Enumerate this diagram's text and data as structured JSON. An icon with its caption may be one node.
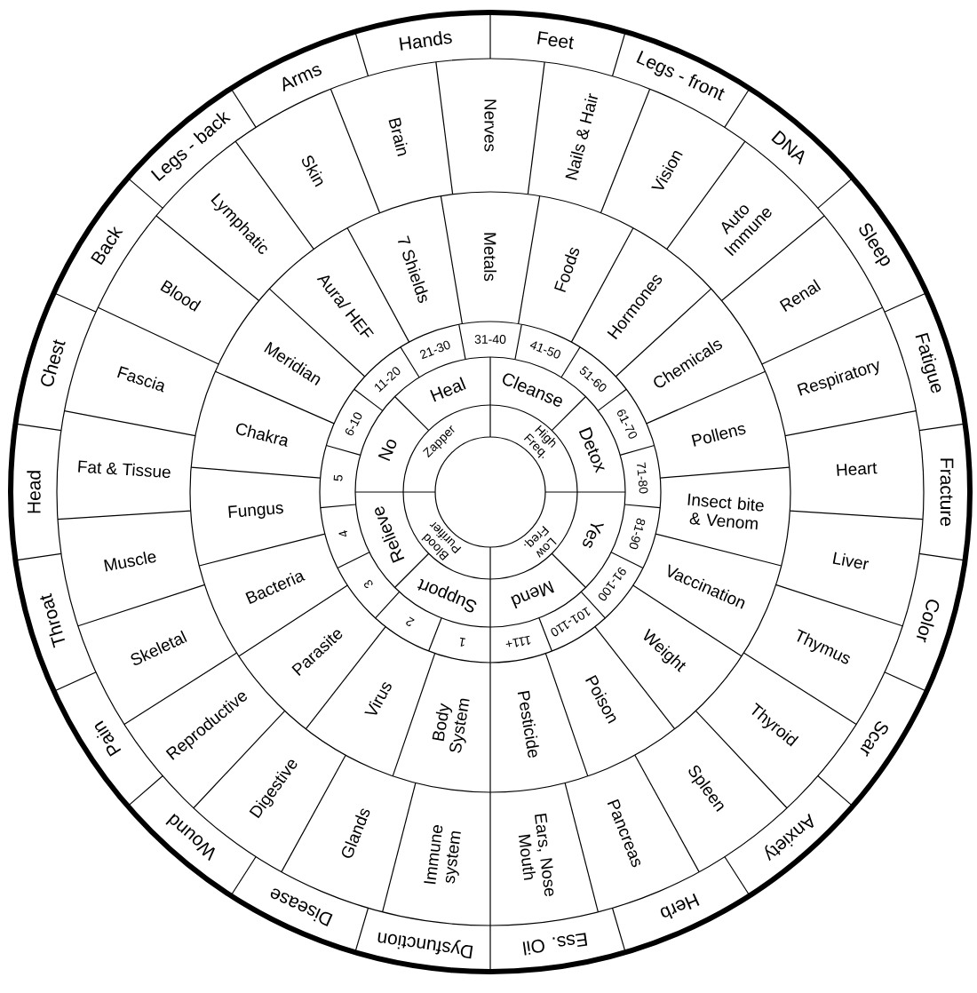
{
  "diagram": {
    "labels": [
      "Feet",
      "Legs - front",
      "DNA",
      "Sleep",
      "Fatigue",
      "Fracture",
      "Color",
      "Scar",
      "Anxiety",
      "Herb",
      "Ess. Oil",
      "Dysfunction",
      "Disease",
      "Wound",
      "Pain",
      "Throat",
      "Head",
      "Chest",
      "Back",
      "Legs - back",
      "Arms",
      "Hands",
      "Nerves",
      "Nails & Hair",
      "Vision",
      "Auto Immune",
      "Renal",
      "Respiratory",
      "Heart",
      "Liver",
      "Thymus",
      "Thyroid",
      "Spleen",
      "Pancreas",
      "Ears, Nose Mouth",
      "Immune system",
      "Glands",
      "Digestive",
      "Reproductive",
      "Skeletal",
      "Muscle",
      "Fat & Tissue",
      "Fascia",
      "Blood",
      "Lymphatic",
      "Skin",
      "Brain",
      "Metals",
      "Foods",
      "Hormones",
      "Chemicals",
      "Pollens",
      "Insect bite & Venom",
      "Vaccination",
      "Weight",
      "Poison",
      "Pesticide",
      "Body System",
      "Virus",
      "Parasite",
      "Bacteria",
      "Fungus",
      "Chakra",
      "Meridian",
      "Aura/ HEF",
      "7 Shields",
      "31-40",
      "41-50",
      "51-60",
      "61-70",
      "71-80",
      "81-90",
      "91-100",
      "101-110",
      "111+",
      "1",
      "2",
      "3",
      "4",
      "5",
      "6-10",
      "11-20",
      "21-30",
      "Cleanse",
      "Detox",
      "Yes",
      "Mend",
      "Support",
      "Relieve",
      "No",
      "Heal",
      "High Freq.",
      "Low Freq.",
      "Blood Purifier",
      "Zapper"
    ]
  }
}
